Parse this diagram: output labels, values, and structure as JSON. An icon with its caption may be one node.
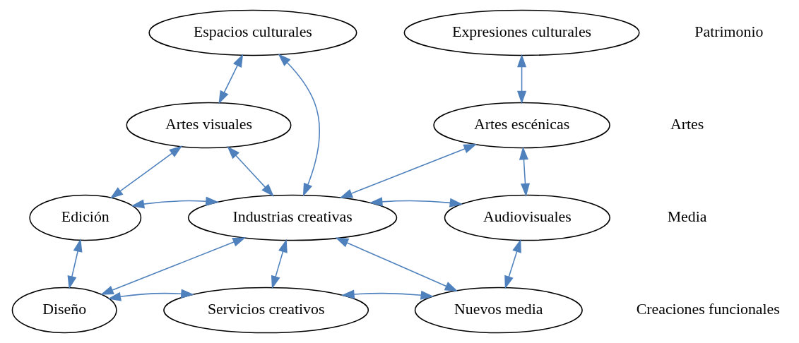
{
  "diagram": {
    "nodes": [
      {
        "text": [
          "Espacios culturales"
        ]
      },
      {
        "text": [
          "Expresiones culturales"
        ]
      },
      {
        "text": [
          "Artes visuales"
        ]
      },
      {
        "text": [
          "Industrias creativas"
        ]
      },
      {
        "text": [
          "Artes escénicas"
        ]
      },
      {
        "text": [
          "Edición"
        ]
      },
      {
        "text": [
          "Audiovisuales"
        ]
      },
      {
        "text": [
          "Diseño"
        ]
      },
      {
        "text": [
          "Servicios creativos"
        ]
      },
      {
        "text": [
          "Nuevos media"
        ]
      }
    ],
    "edges": [
      {
        "from": 2,
        "to": 0,
        "arrow": "both"
      },
      {
        "from": 1,
        "to": 4,
        "arrow": "both"
      },
      {
        "from": 0,
        "to": 3,
        "arrow": "both"
      },
      {
        "from": 2,
        "to": 3,
        "arrow": "both"
      },
      {
        "from": 2,
        "to": 5,
        "arrow": "both"
      },
      {
        "from": 5,
        "to": 3,
        "arrow": "both"
      },
      {
        "from": 5,
        "to": 7,
        "arrow": "both"
      },
      {
        "from": 7,
        "to": 3,
        "arrow": "both"
      },
      {
        "from": 7,
        "to": 8,
        "arrow": "both"
      },
      {
        "from": 8,
        "to": 3,
        "arrow": "both"
      },
      {
        "from": 8,
        "to": 9,
        "arrow": "both"
      },
      {
        "from": 3,
        "to": 4,
        "arrow": "both"
      },
      {
        "from": 3,
        "to": 6,
        "arrow": "both"
      },
      {
        "from": 3,
        "to": 9,
        "arrow": "both"
      },
      {
        "from": 4,
        "to": 6,
        "arrow": "both"
      },
      {
        "from": 6,
        "to": 9,
        "arrow": "both"
      }
    ],
    "labels": [
      "Patrimonio",
      "Artes",
      "Media",
      "Creaciones funcionales"
    ]
  }
}
